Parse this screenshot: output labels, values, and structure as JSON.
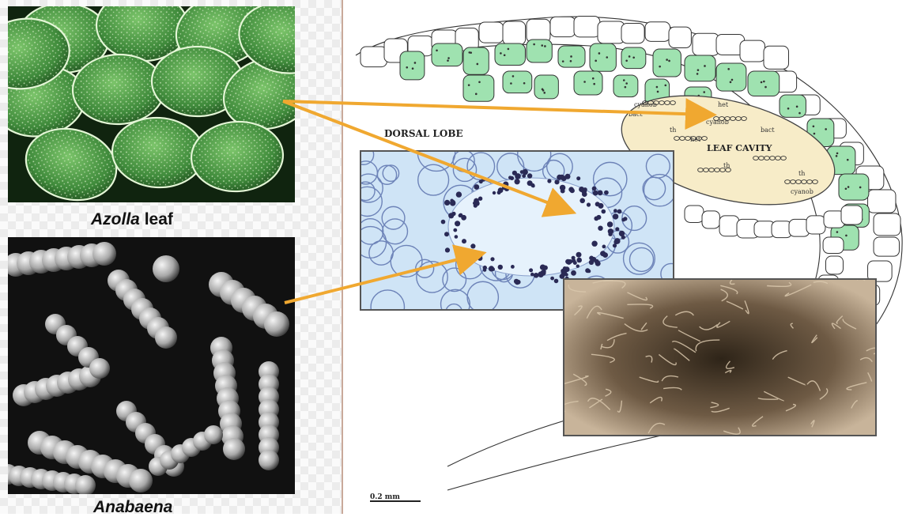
{
  "left_panel": {
    "azolla": {
      "caption_italic": "Azolla",
      "caption_rest": "leaf"
    },
    "anabaena": {
      "caption_italic": "Anabaena"
    }
  },
  "diagram": {
    "dorsal_lobe_label": "DORSAL LOBE",
    "leaf_cavity_label": "LEAF CAVITY",
    "scale_label": "0.2 mm",
    "cavity_annotations": [
      "cyanob",
      "het",
      "cyanob",
      "bact",
      "th",
      "het",
      "th",
      "th",
      "cyanob",
      "bact"
    ]
  },
  "colors": {
    "arrow": "#f0a830",
    "cell_green": "#9fe2b0",
    "cavity_fill": "#f7ecc8",
    "micrograph_bg": "#cfe4f6",
    "cell_dots": "#2a2a55"
  }
}
